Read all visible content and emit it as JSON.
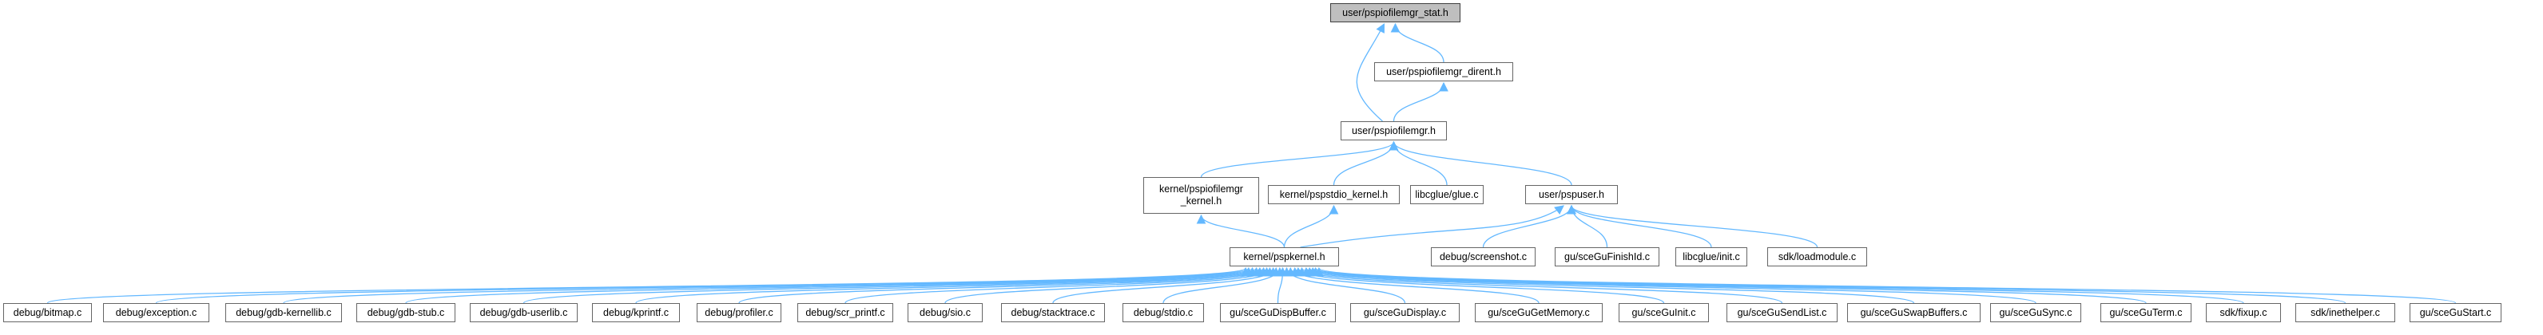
{
  "graph": {
    "kind": "include dependency graph",
    "edge_color": "#63b8ff",
    "root_fill": "#bfbfbf",
    "node_border": "#666666",
    "nodes": [
      {
        "id": "stat",
        "label": "user/pspiofilemgr_stat.h",
        "root": true
      },
      {
        "id": "dirent",
        "label": "user/pspiofilemgr_dirent.h"
      },
      {
        "id": "iofilemgr",
        "label": "user/pspiofilemgr.h"
      },
      {
        "id": "k_iofilemgr",
        "label": "kernel/pspiofilemgr\n_kernel.h"
      },
      {
        "id": "k_stdio",
        "label": "kernel/pspstdio_kernel.h"
      },
      {
        "id": "glue",
        "label": "libcglue/glue.c"
      },
      {
        "id": "pspuser",
        "label": "user/pspuser.h"
      },
      {
        "id": "pspkernel",
        "label": "kernel/pspkernel.h"
      },
      {
        "id": "screenshot",
        "label": "debug/screenshot.c"
      },
      {
        "id": "finishid",
        "label": "gu/sceGuFinishId.c"
      },
      {
        "id": "init",
        "label": "libcglue/init.c"
      },
      {
        "id": "loadmodule",
        "label": "sdk/loadmodule.c"
      },
      {
        "id": "bitmap",
        "label": "debug/bitmap.c"
      },
      {
        "id": "exception",
        "label": "debug/exception.c"
      },
      {
        "id": "kernellib",
        "label": "debug/gdb-kernellib.c"
      },
      {
        "id": "gdbstub",
        "label": "debug/gdb-stub.c"
      },
      {
        "id": "userlib",
        "label": "debug/gdb-userlib.c"
      },
      {
        "id": "kprintf",
        "label": "debug/kprintf.c"
      },
      {
        "id": "profiler",
        "label": "debug/profiler.c"
      },
      {
        "id": "scr_printf",
        "label": "debug/scr_printf.c"
      },
      {
        "id": "sio",
        "label": "debug/sio.c"
      },
      {
        "id": "stacktrace",
        "label": "debug/stacktrace.c"
      },
      {
        "id": "stdio",
        "label": "debug/stdio.c"
      },
      {
        "id": "dispbuffer",
        "label": "gu/sceGuDispBuffer.c"
      },
      {
        "id": "display",
        "label": "gu/sceGuDisplay.c"
      },
      {
        "id": "getmemory",
        "label": "gu/sceGuGetMemory.c"
      },
      {
        "id": "guinit",
        "label": "gu/sceGuInit.c"
      },
      {
        "id": "sendlist",
        "label": "gu/sceGuSendList.c"
      },
      {
        "id": "swapbuffers",
        "label": "gu/sceGuSwapBuffers.c"
      },
      {
        "id": "gusync",
        "label": "gu/sceGuSync.c"
      },
      {
        "id": "guterm",
        "label": "gu/sceGuTerm.c"
      },
      {
        "id": "fixup",
        "label": "sdk/fixup.c"
      },
      {
        "id": "inethelper",
        "label": "sdk/inethelper.c"
      },
      {
        "id": "gustart",
        "label": "gu/sceGuStart.c"
      }
    ],
    "edges": [
      [
        "dirent",
        "stat"
      ],
      [
        "iofilemgr",
        "stat"
      ],
      [
        "iofilemgr",
        "dirent"
      ],
      [
        "k_iofilemgr",
        "iofilemgr"
      ],
      [
        "k_stdio",
        "iofilemgr"
      ],
      [
        "glue",
        "iofilemgr"
      ],
      [
        "pspuser",
        "iofilemgr"
      ],
      [
        "pspkernel",
        "k_iofilemgr"
      ],
      [
        "pspkernel",
        "k_stdio"
      ],
      [
        "pspkernel",
        "pspuser"
      ],
      [
        "screenshot",
        "pspuser"
      ],
      [
        "finishid",
        "pspuser"
      ],
      [
        "init",
        "pspuser"
      ],
      [
        "loadmodule",
        "pspuser"
      ],
      [
        "bitmap",
        "pspkernel"
      ],
      [
        "exception",
        "pspkernel"
      ],
      [
        "kernellib",
        "pspkernel"
      ],
      [
        "gdbstub",
        "pspkernel"
      ],
      [
        "userlib",
        "pspkernel"
      ],
      [
        "kprintf",
        "pspkernel"
      ],
      [
        "profiler",
        "pspkernel"
      ],
      [
        "scr_printf",
        "pspkernel"
      ],
      [
        "sio",
        "pspkernel"
      ],
      [
        "stacktrace",
        "pspkernel"
      ],
      [
        "stdio",
        "pspkernel"
      ],
      [
        "dispbuffer",
        "pspkernel"
      ],
      [
        "display",
        "pspkernel"
      ],
      [
        "getmemory",
        "pspkernel"
      ],
      [
        "guinit",
        "pspkernel"
      ],
      [
        "sendlist",
        "pspkernel"
      ],
      [
        "swapbuffers",
        "pspkernel"
      ],
      [
        "gusync",
        "pspkernel"
      ],
      [
        "guterm",
        "pspkernel"
      ],
      [
        "fixup",
        "pspkernel"
      ],
      [
        "inethelper",
        "pspkernel"
      ],
      [
        "gustart",
        "pspkernel"
      ]
    ]
  }
}
